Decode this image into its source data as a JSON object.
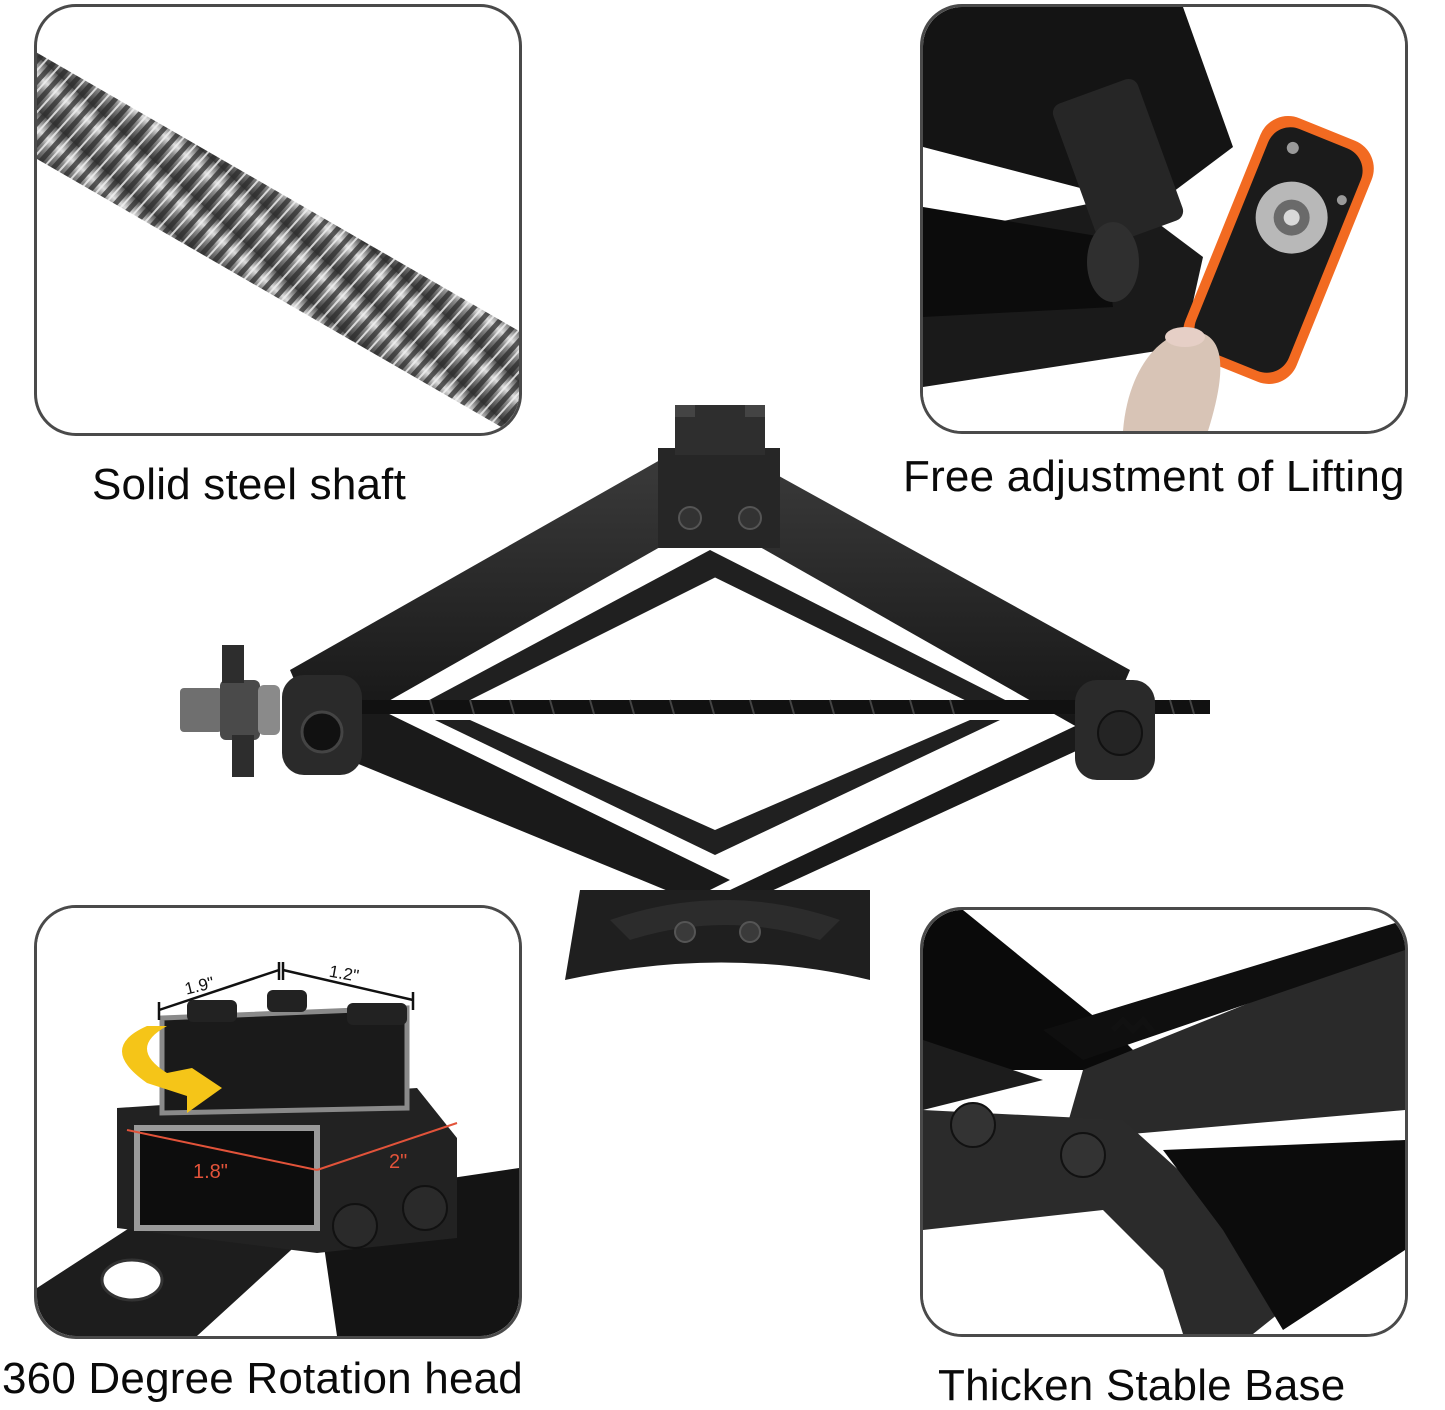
{
  "panels": {
    "top_left": {
      "caption": "Solid steel shaft",
      "subject": "threaded-steel-shaft"
    },
    "top_right": {
      "caption": "Free adjustment of Lifting",
      "subject": "ratchet-wrench-handle",
      "accent_color": "#f26a21"
    },
    "bottom_left": {
      "caption": "360 Degree Rotation head",
      "subject": "rotating-saddle-head",
      "dimensions": {
        "saddle_width": "1.9\"",
        "saddle_depth": "1.2\"",
        "base_width": "1.8\"",
        "base_depth": "2\""
      },
      "dimension_color": "#e2533a",
      "arrow_color": "#f5c518"
    },
    "bottom_right": {
      "caption": "Thicken Stable Base",
      "subject": "reinforced-base-closeup"
    }
  },
  "center": {
    "subject": "scissor-jack",
    "body_color": "#1e1e1e"
  },
  "colors": {
    "panel_border": "#4a4a4a",
    "background": "#ffffff",
    "text": "#0a0a0a"
  }
}
